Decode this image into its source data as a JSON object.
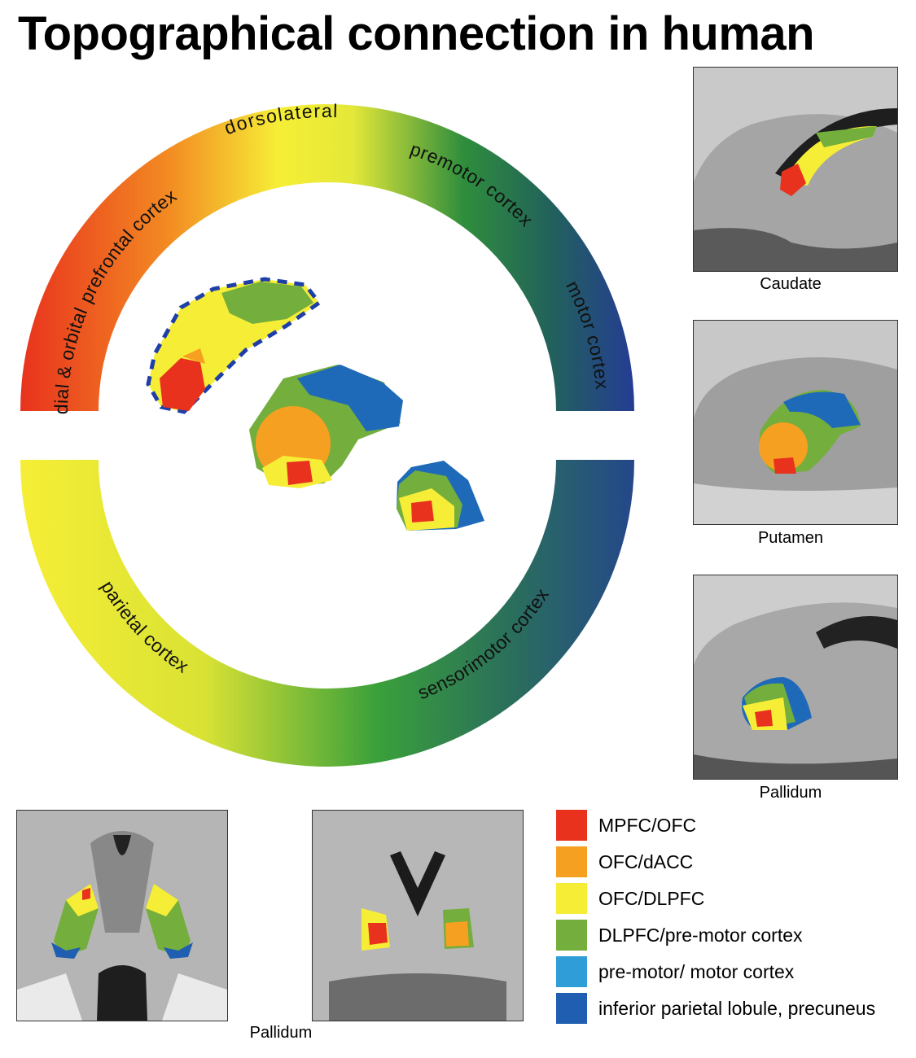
{
  "title": "Topographical connection in human",
  "ring": {
    "upper": [
      "medial & orbital",
      "prefrontal cortex",
      "dorsolateral",
      "premotor cortex",
      "motor cortex"
    ],
    "lower": [
      "parietal cortex",
      "sensorimotor cortex"
    ]
  },
  "captions": {
    "caudate": "Caudate",
    "putamen": "Putamen",
    "pallidum_sagittal": "Pallidum",
    "pallidum_axial": "Pallidum"
  },
  "colors": {
    "red": "#e8321e",
    "orange": "#f6a021",
    "yellow": "#f6ee36",
    "green": "#74ae3c",
    "lightblue": "#2f9ed8",
    "blue": "#1f5eb0"
  },
  "legend": [
    {
      "label": "MPFC/OFC",
      "color": "#e8321e"
    },
    {
      "label": "OFC/dACC",
      "color": "#f6a021"
    },
    {
      "label": "OFC/DLPFC",
      "color": "#f6ee36"
    },
    {
      "label": "DLPFC/pre-motor cortex",
      "color": "#74ae3c"
    },
    {
      "label": "pre-motor/ motor cortex",
      "color": "#2f9ed8"
    },
    {
      "label": "inferior parietal lobule, precuneus",
      "color": "#1f5eb0"
    }
  ]
}
